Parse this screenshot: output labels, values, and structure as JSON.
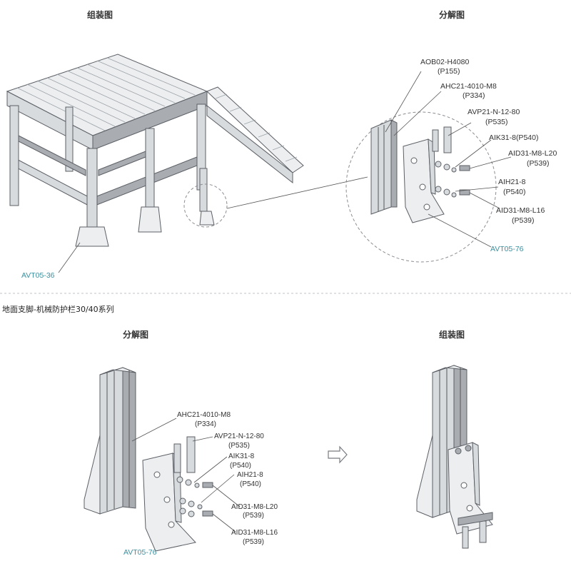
{
  "top": {
    "assembly_title": "组装图",
    "exploded_title": "分解图",
    "assembly_label": "AVT05-36",
    "parts": [
      {
        "code": "AOB02-H4080",
        "page": "(P155)"
      },
      {
        "code": "AHC21-4010-M8",
        "page": "(P334)"
      },
      {
        "code": "AVP21-N-12-80",
        "page": "(P535)"
      },
      {
        "code": "AIK31-8(P540)",
        "page": ""
      },
      {
        "code": "AID31-M8-L20",
        "page": "(P539)"
      },
      {
        "code": "AIH21-8",
        "page": "(P540)"
      },
      {
        "code": "AID31-M8-L16",
        "page": "(P539)"
      }
    ],
    "bracket_label": "AVT05-76"
  },
  "section_title": "地面支脚-机械防护栏30/40系列",
  "bottom": {
    "exploded_title": "分解图",
    "assembly_title": "组装图",
    "parts": [
      {
        "code": "AHC21-4010-M8",
        "page": "(P334)"
      },
      {
        "code": "AVP21-N-12-80",
        "page": "(P535)"
      },
      {
        "code": "AIK31-8",
        "page": "(P540)"
      },
      {
        "code": "AIH21-8",
        "page": "(P540)"
      },
      {
        "code": "AID31-M8-L20",
        "page": "(P539)"
      },
      {
        "code": "AID31-M8-L16",
        "page": "(P539)"
      }
    ],
    "bracket_label": "AVT05-76",
    "arrow_icon": "hollow-right-arrow-icon"
  },
  "colors": {
    "label_teal": "#3a8f9e",
    "divider": "#bfc3c7",
    "metal": "#d8dbde"
  }
}
